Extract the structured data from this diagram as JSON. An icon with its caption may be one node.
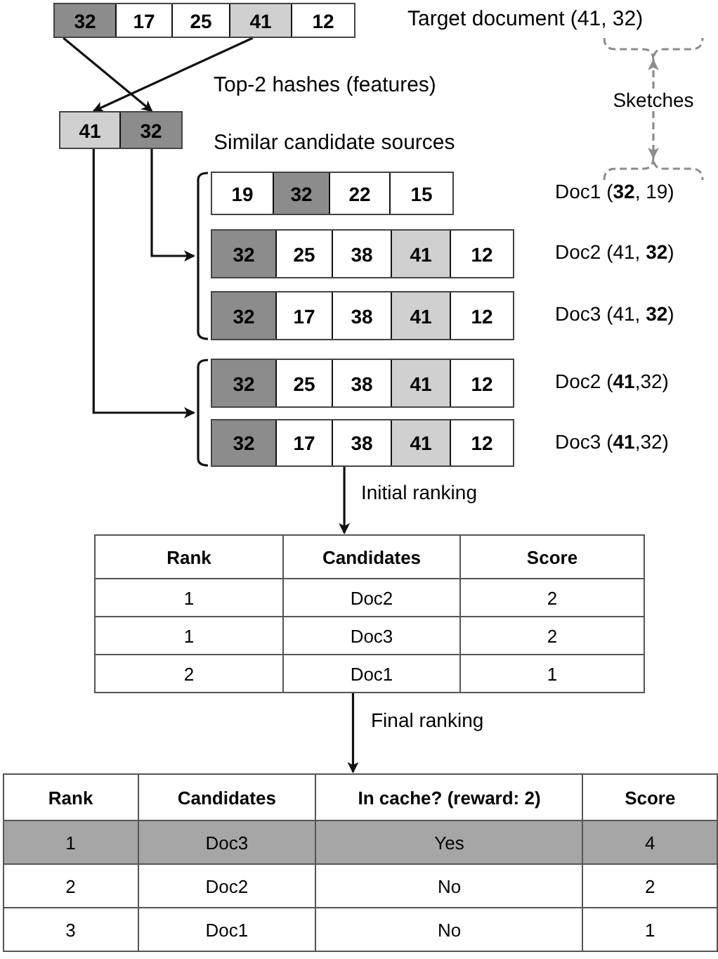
{
  "diagram": {
    "nodes": [
      {
        "text": [
          "32",
          "17",
          "25",
          "41",
          "12"
        ]
      },
      {
        "text": [
          "41",
          "32"
        ]
      },
      {
        "text": [],
        "shape": "bracket"
      },
      {
        "text": [
          "19",
          "32",
          "22",
          "15"
        ]
      },
      {
        "text": [
          "32",
          "25",
          "38",
          "41",
          "12"
        ],
        "beside": [
          "Doc2 (41, **32**)"
        ]
      },
      {
        "text": [
          "32",
          "17",
          "38",
          "41",
          "12"
        ],
        "beside": [
          "Doc3 (41, **32**)"
        ]
      },
      {
        "text": [],
        "shape": "bracket"
      },
      {
        "text": [
          "32",
          "25",
          "38",
          "41",
          "12"
        ],
        "beside": [
          "Doc2 (**41**,32)"
        ]
      },
      {
        "text": [
          "32",
          "17",
          "38",
          "41",
          "12"
        ],
        "beside": [
          "Doc3 (**41**,32)"
        ]
      },
      {
        "text": [],
        "shape": "brace"
      },
      {
        "text": [
          "Sketches"
        ]
      },
      {
        "text": [],
        "shape": "brace"
      },
      {
        "text": [
          "Rank",
          "Candidates",
          "Score",
          "1",
          "Doc2",
          "2",
          "1",
          "Doc3",
          "2",
          "2",
          "Doc1",
          "1"
        ]
      },
      {
        "text": [
          "Rank",
          "Candidates",
          "In cache? (reward: 2)",
          "Score",
          "1",
          "Doc3",
          "Yes",
          "4",
          "2",
          "Doc2",
          "No",
          "2",
          "3",
          "Doc1",
          "No",
          "1"
        ]
      }
    ],
    "edges": [
      {
        "from": 0,
        "to": 1,
        "arrow": "to"
      },
      {
        "from": 0,
        "to": 1,
        "arrow": "to"
      },
      {
        "from": 1,
        "to": 2,
        "arrow": "to"
      },
      {
        "from": 1,
        "to": 6,
        "arrow": "to"
      },
      {
        "from": 10,
        "to": 9,
        "arrow": "to",
        "style": "dashed",
        "color": "#8c8c8c"
      },
      {
        "from": 10,
        "to": 11,
        "arrow": "to",
        "style": "dashed",
        "color": "#8c8c8c"
      },
      {
        "from": 8,
        "to": 12,
        "arrow": "to",
        "label": "Initial ranking"
      },
      {
        "from": 12,
        "to": 13,
        "arrow": "to",
        "label": "Final ranking"
      }
    ],
    "labels": [
      "Target document (41, 32)",
      "Top-2 hashes (features)",
      "Similar candidate sources",
      "Doc1 (**32**, 19)"
    ]
  }
}
